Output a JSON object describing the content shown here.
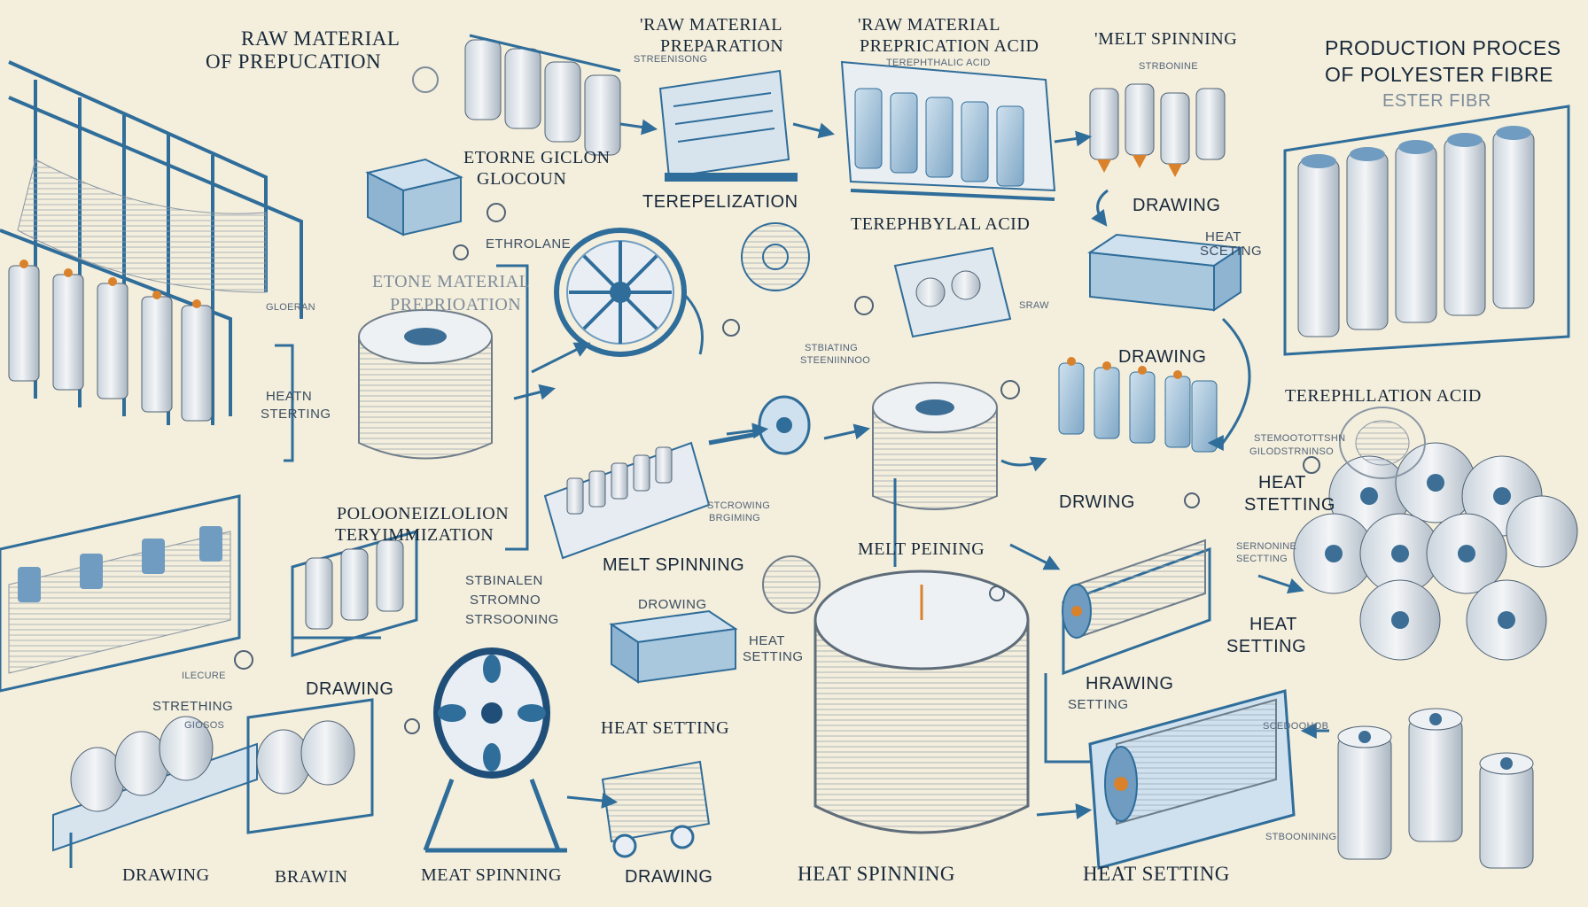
{
  "title": {
    "line1": "PRODUCTION PROCES",
    "line2": "OF POLYESTER FIBRE",
    "ghost": "ESTER FIBR"
  },
  "labels": {
    "raw_prepucation_1": "RAW MATERIAL",
    "raw_prepucation_2": "OF PREPUCATION",
    "raw_prep_1": "'RAW MATERIAL",
    "raw_prep_2": "PREPARATION",
    "raw_prepric_1": "'RAW MATERIAL",
    "raw_prepric_2": "PREPRICATION ACID",
    "raw_prepric_sub": "TEREPHTHALIC ACID",
    "melt_spinning_top": "'MELT SPINNING",
    "etorne_1": "ETORNE GICLON",
    "etorne_2": "GLOCOUN",
    "ethrolane": "ETHROLANE",
    "etone_prep_1": "ETONE MATERIAL",
    "etone_prep_2": "PREPRIOATION",
    "gloeran": "GLOERAN",
    "terepelization": "TEREPELIZATION",
    "terephbyal": "TEREPHBYLAL ACID",
    "drawing_r1": "DRAWING",
    "heat_sceting_1": "HEAT",
    "heat_sceting_2": "SCETING",
    "sraw": "SRAW",
    "drawing_mid": "DRAWING",
    "terephllation_acid": "TEREPHLLATION ACID",
    "stbiating_1": "STBIATING",
    "stbiating_2": "STEENIINNOO",
    "heatn_1": "HEATN",
    "heatn_2": "STERTING",
    "polo_1": "POLOONEIZLOLION",
    "polo_2": "TERYIMMIZATION",
    "drwing": "DRWING",
    "heat_stetting_1": "HEAT",
    "heat_stetting_2": "STETTING",
    "sernonine_1": "SERNONINE",
    "sernonine_2": "SECTTING",
    "stbinalen_1": "STBINALEN",
    "stbinalen_2": "STROMNO",
    "stbinalen_3": "STRSOONING",
    "melt_spinning_mid": "MELT SPINNING",
    "stcrowing_1": "STCROWING",
    "stcrowing_2": "BRGIMING",
    "melt_peining": "MELT PEINING",
    "drowing_small": "DROWING",
    "heat_setting_small_1": "HEAT",
    "heat_setting_small_2": "SETTING",
    "heat_setting_right_1": "HEAT",
    "heat_setting_right_2": "SETTING",
    "drawing_left": "DRAWING",
    "ilecure_1": "ILECURE",
    "ilecure_2": "STRETHING",
    "ilecure_3": "GIOSOS",
    "heat_setting_mid": "HEAT SETTING",
    "hrawing_1": "HRAWING",
    "hrawing_2": "SETTING",
    "bottom_drawing_1": "DRAWING",
    "bottom_brawin": "BRAWIN",
    "bottom_meat_spinning": "MEAT SPINNING",
    "bottom_drawing_2": "DRAWING",
    "bottom_heat_spinning": "HEAT SPINNING",
    "bottom_heat_setting": "HEAT SETTING",
    "stboonining": "STBOONINING",
    "tiny_1": "STREENISONG",
    "tiny_2": "STRBONINE",
    "tiny_3": "STEMOOTOTTSHN",
    "tiny_4": "GILODSTRNINSO",
    "tiny_5": "SCEDOOHOB"
  },
  "colors": {
    "background": "#f4eedc",
    "ink": "#1a2a3c",
    "steel_blue": "#2f6d9a",
    "light_blue": "#a9c8de",
    "spool_white": "#e7ebef",
    "accent_orange": "#d9822b"
  }
}
